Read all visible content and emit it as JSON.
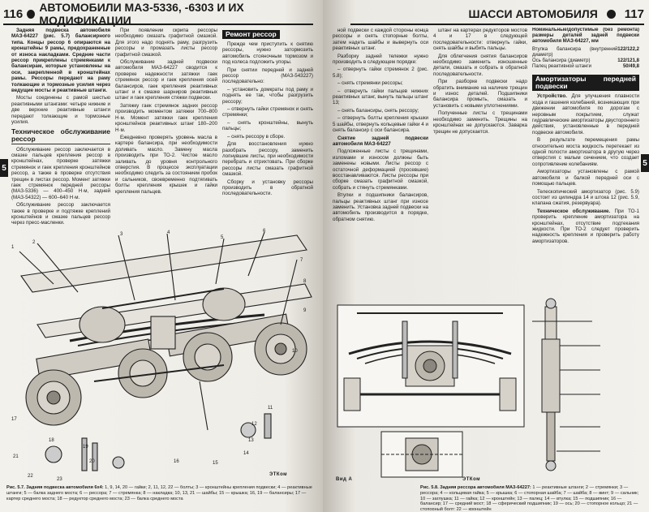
{
  "left": {
    "page_number": "116",
    "header_title": "АВТОМОБИЛИ МАЗ-5336, -6303 И ИХ МОДИФИКАЦИИ",
    "side_tab": "5",
    "col1": {
      "p1": "Задняя подвеска автомобиля МАЗ-64227 (рис. 5.7) балансирного типа. Концы рессор 6 опираются на кронштейны 9 рамы, предохраненные от износа накладками. Средние части рессор прикреплены стремянками к балансирам, которые установлены на оси, закрепленной в кронштейнах рамы. Рессоры передают на раму толкающие и тормозные усилия через ведущие мосты и реактивные штанги.",
      "p2": "Мосты соединены с рамой шестью реактивными штангами: четыре нижние и две верхние реактивные штанги передают толкающие и тормозные усилия.",
      "heading": "Техническое обслуживание рессор",
      "p3": "Обслуживание рессор заключается в смазке пальцев крепления рессор в кронштейнах, проверке затяжки стремянок и гаек крепления кронштейнов рессор, а также в проверке отсутствия трещин в листах рессор. Момент затяжки гаек стремянок передней рессоры (МАЗ-5336) — 400–450 Н·м, задней (МАЗ-54322) — 600–640 Н·м.",
      "p4": "Обслуживание рессор заключается также в проверке и подтяжке креплений кронштейнов и смазке пальцев рессор через пресс-масленки."
    },
    "col2": {
      "p1": "При появлении скрипа рессоры необходимо смазать графитной смазкой. Для этого надо поднять раму, разгрузить рессоры и промазать листы рессор графитной смазкой.",
      "p2": "Обслуживание задней подвески автомобиля МАЗ-64227 сводится к проверке надежности затяжки гаек стремянок рессор и гаек крепления осей балансиров, гаек крепления реактивных штанг и к смазке шарниров реактивных штанг и гаек крепления стяжки подвески.",
      "p3": "Затяжку гаек стремянок задних рессор производить моментом затяжки 700–800 Н·м. Момент затяжки гаек крепления кронштейнов реактивных штанг 180–200 Н·м.",
      "p4": "Ежедневно проверять уровень масла в картере балансира, при необходимости доливать масло. Замену масла производить при ТО-2. Чистое масло заливать до уровня контрольного отверстия. В процессе эксплуатации необходимо следить за состоянием пробок и сальников, своевременно подтягивать болты крепления крышек и гайки крепления пальцев."
    },
    "col3": {
      "heading": "Ремонт рессор",
      "p1": "Прежде чем приступить к снятию рессоры, нужно затормозить автомобиль стояночным тормозом и под колеса подложить упоры.",
      "p2": "При снятии передней и задней рессор (МАЗ-543227) последовательно:",
      "items": [
        "– установить домкраты под раму и поднять ее так, чтобы разгрузить рессору;",
        "– отвернуть гайки стремянок и снять стремянки;",
        "– снять кронштейны, вынуть пальцы;",
        "– снять рессору в сборе."
      ],
      "p3": "Для восстановления нужно разобрать рессору, заменить лопнувшие листы, при необходимости перебрать и отрихтовать. При сборке рессоры листы смазать графитной смазкой.",
      "p4": "Сборку и установку рессоры производить в обратной последовательности."
    },
    "fig_logo": "ЭТКом",
    "callout_numbers": [
      "1",
      "2",
      "3",
      "4",
      "5",
      "6",
      "7",
      "8",
      "9",
      "10",
      "11",
      "12",
      "13",
      "14",
      "15",
      "16",
      "17",
      "18",
      "19",
      "20",
      "21",
      "22",
      "23"
    ],
    "caption": {
      "label": "Рис. 5.7. Задняя подвеска автомобиля 6x4:",
      "text": " 1, 9, 14, 20 — гайки; 2, 11, 12, 22 — болты; 3 — кронштейны крепления подвески; 4 — реактивные штанги; 5 — балка заднего моста; 6 — рессора; 7 — стремянка; 8 — накладка; 10, 13, 21 — шайбы; 15 — крышка; 16, 19 — балансиры; 17 — картер среднего моста; 18 — редуктор среднего моста; 23 — балка среднего моста"
    }
  },
  "right": {
    "page_number": "117",
    "header_title": "ШАССИ АВТОМОБИЛЯ",
    "side_tab": "5",
    "col1": {
      "p1": "ной подвески с каждой стороны конца рессоры и снять стопорные болты, затем надеть шайбы и вывернуть оси реактивных штанг.",
      "p2": "Разборку задней тележки нужно производить в следующем порядке:",
      "items": [
        "– отвернуть гайки стремянок 2 (рис. 5.8);",
        "– снять стремянки рессоры;",
        "– отвернуть гайки пальцев нижних реактивных штанг, вынуть пальцы штанг 13;",
        "– снять балансиры, снять рессору;",
        "– отвернуть болты крепления крышки 5 шайбы, отвернуть кольцевые гайки 4 и снять балансир с оси балансира."
      ],
      "heading": "Снятие задней подвески автомобиля МАЗ-64227",
      "p3": "Подложенные листы с трещинами, изломами и износом должны быть заменены новыми. Листы рессор с остаточной деформацией (просевшие) восстанавливаются. Листы рессоры при сборке смазать графитной смазкой, собрать и стянуть стремянками.",
      "p4": "Втулки и подшипники балансиров, пальцы реактивных штанг при износе заменить. Установка задней подвески на автомобиль производится в порядке, обратном снятию."
    },
    "col2": {
      "p1": "штанг на картерах редукторов мостов 4 и 17 в следующей последовательности: отвернуть гайки, снять шайбы и выбить пальцы.",
      "p2": "Для облегчения снятия балансиров необходимо заменить изношенные детали, смазать и собрать в обратной последовательности.",
      "p3": "При разборке подвески надо обратить внимание на наличие трещин и износ деталей. Подшипники балансира промыть, смазать и установить с новыми уплотнениями.",
      "p4": "Полученные листы с трещинами необходимо заменить. Трещины на кронштейнах не допускаются. Заварка трещин не допускается."
    },
    "spec": {
      "title": "Номинальные/допустимые (без ремонта) размеры деталей задней подвески автомобиля МАЗ-64227, мм",
      "rows": [
        {
          "name": "Втулка балансира (внутренний диаметр)",
          "value": "122/122,2"
        },
        {
          "name": "Ось балансира (диаметр)",
          "value": "122/121,8"
        },
        {
          "name": "Палец реактивной штанги",
          "value": "50/49,8"
        }
      ]
    },
    "col3": {
      "heading": "Амортизаторы передней подвески",
      "p1_bold": "Устройство.",
      "p1": " Для улучшения плавности хода и гашения колебаний, возникающих при движении автомобиля по дорогам с неровным покрытием, служат гидравлические амортизаторы двустороннего действия, установленные в передней подвеске автомобиля.",
      "p2": "В результате перемещения рамы относительно моста жидкость перетекает из одной полости амортизатора в другую через отверстия с малым сечением, что создает сопротивление колебаниям.",
      "p3": "Амортизаторы установлены с рамой автомобиля и балкой передней оси с помощью пальцев.",
      "p4": "Телескопический амортизатор (рис. 5.9) состоит из цилиндра 14 и штока 12 (рис. 5.9, клапана сжатия, резервуара).",
      "p5_bold": "Техническое обслуживание.",
      "p5": " При ТО-1 проверить крепление амортизатора на кронштейнах, отсутствие подтекания жидкости. При ТО-2 следует проверить надежность крепления и проверить работу амортизаторов."
    },
    "fig_label": "Вид А",
    "fig_logo": "ЭТКом",
    "caption": {
      "label": "Рис. 5.8. Задняя рессора автомобиля МАЗ-64227:",
      "text": " 1 — реактивные штанги; 2 — стремянки; 3 — рессора; 4 — кольцевая гайка; 5 — крышка; 6 — стопорная шайба; 7 — шайба; 8 — винт; 9 — сальник; 10 — заглушка; 11 — гайка; 12 — кронштейн; 13 — палец; 14 — втулка; 15 — подшипник; 16 — балансир; 17 — средний мост; 18 — сферический подшипник; 19 — ось; 20 — стопорное кольцо; 21 — стопорный болт; 22 — кронштейн"
    }
  }
}
